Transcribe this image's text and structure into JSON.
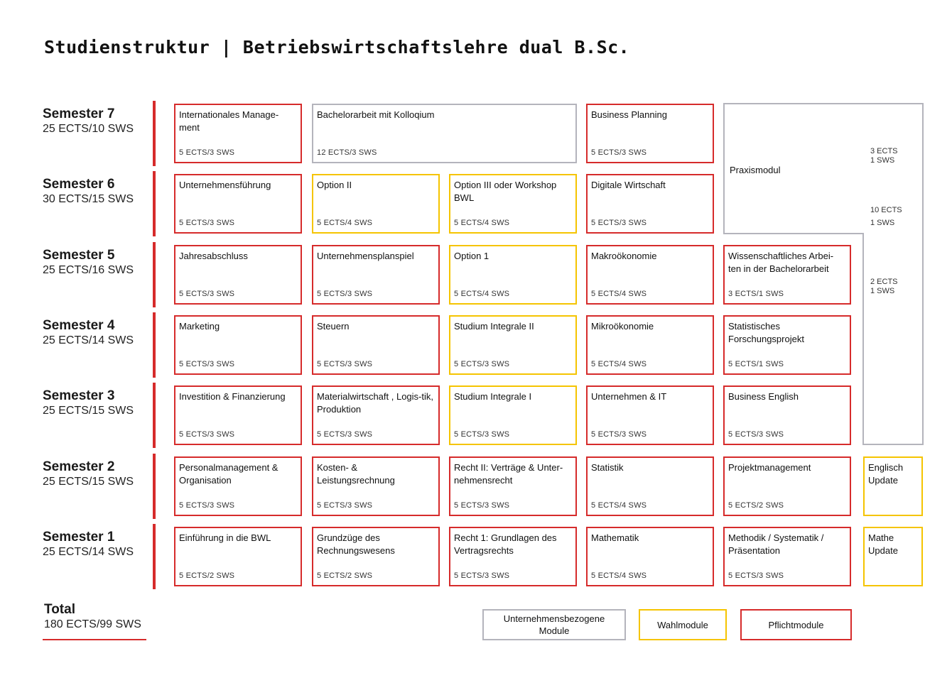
{
  "title": "Studienstruktur | Betriebswirtschaftslehre dual B.Sc.",
  "semesters": [
    {
      "name": "Semester 7",
      "ects": "25 ECTS/10 SWS"
    },
    {
      "name": "Semester 6",
      "ects": "30 ECTS/15 SWS"
    },
    {
      "name": "Semester 5",
      "ects": "25 ECTS/16 SWS"
    },
    {
      "name": "Semester 4",
      "ects": "25 ECTS/14 SWS"
    },
    {
      "name": "Semester 3",
      "ects": "25 ECTS/15 SWS"
    },
    {
      "name": "Semester 2",
      "ects": "25 ECTS/15 SWS"
    },
    {
      "name": "Semester 1",
      "ects": "25 ECTS/14 SWS"
    }
  ],
  "modules": [
    {
      "title": "Internationales Manage-ment",
      "ects": "5 ECTS/3 SWS",
      "type": "pflicht"
    },
    {
      "title": "Bachelorarbeit mit Kolloqium",
      "ects": "12 ECTS/3 SWS",
      "type": "unternehmen"
    },
    {
      "title": "Business Planning",
      "ects": "5 ECTS/3 SWS",
      "type": "pflicht"
    },
    {
      "title": "Unternehmensführung",
      "ects": "5 ECTS/3 SWS",
      "type": "pflicht"
    },
    {
      "title": "Option II",
      "ects": "5 ECTS/4 SWS",
      "type": "wahl"
    },
    {
      "title": "Option III oder Workshop BWL",
      "ects": "5 ECTS/4 SWS",
      "type": "wahl"
    },
    {
      "title": "Digitale Wirtschaft",
      "ects": "5 ECTS/3 SWS",
      "type": "pflicht"
    },
    {
      "title": "Jahresabschluss",
      "ects": "5 ECTS/3 SWS",
      "type": "pflicht"
    },
    {
      "title": "Unternehmensplanspiel",
      "ects": "5 ECTS/3 SWS",
      "type": "pflicht"
    },
    {
      "title": "Option 1",
      "ects": "5 ECTS/4 SWS",
      "type": "wahl"
    },
    {
      "title": "Makroökonomie",
      "ects": "5 ECTS/4 SWS",
      "type": "pflicht"
    },
    {
      "title": "Wissenschaftliches Arbei-ten in der Bachelorarbeit",
      "ects": "3 ECTS/1 SWS",
      "type": "pflicht"
    },
    {
      "title": "Marketing",
      "ects": "5 ECTS/3 SWS",
      "type": "pflicht"
    },
    {
      "title": "Steuern",
      "ects": "5 ECTS/3 SWS",
      "type": "pflicht"
    },
    {
      "title": "Studium Integrale II",
      "ects": "5 ECTS/3 SWS",
      "type": "wahl"
    },
    {
      "title": "Mikroökonomie",
      "ects": "5 ECTS/4 SWS",
      "type": "pflicht"
    },
    {
      "title": "Statistisches Forschungsprojekt",
      "ects": "5 ECTS/1 SWS",
      "type": "pflicht"
    },
    {
      "title": "Investition &  Finanzierung",
      "ects": "5 ECTS/3 SWS",
      "type": "pflicht"
    },
    {
      "title": "Materialwirtschaft , Logis-tik, Produktion",
      "ects": "5 ECTS/3 SWS",
      "type": "pflicht"
    },
    {
      "title": "Studium Integrale I",
      "ects": "5 ECTS/3 SWS",
      "type": "wahl"
    },
    {
      "title": "Unternehmen & IT",
      "ects": "5 ECTS/3 SWS",
      "type": "pflicht"
    },
    {
      "title": "Business English",
      "ects": "5 ECTS/3 SWS",
      "type": "pflicht"
    },
    {
      "title": "Personalmanagement & Organisation",
      "ects": "5 ECTS/3 SWS",
      "type": "pflicht"
    },
    {
      "title": "Kosten- & Leistungsrechnung",
      "ects": "5 ECTS/3 SWS",
      "type": "pflicht"
    },
    {
      "title": "Recht II: Verträge & Unter-nehmensrecht",
      "ects": "5 ECTS/3 SWS",
      "type": "pflicht"
    },
    {
      "title": "Statistik",
      "ects": "5 ECTS/4 SWS",
      "type": "pflicht"
    },
    {
      "title": "Projektmanagement",
      "ects": "5 ECTS/2 SWS",
      "type": "pflicht"
    },
    {
      "title": "Einführung in die BWL",
      "ects": "5 ECTS/2 SWS",
      "type": "pflicht"
    },
    {
      "title": "Grundzüge des Rechnungswesens",
      "ects": "5 ECTS/2 SWS",
      "type": "pflicht"
    },
    {
      "title": "Recht 1: Grundlagen des Vertragsrechts",
      "ects": "5 ECTS/3 SWS",
      "type": "pflicht"
    },
    {
      "title": "Mathematik",
      "ects": "5 ECTS/4 SWS",
      "type": "pflicht"
    },
    {
      "title": "Methodik / Systematik / Präsentation",
      "ects": "5 ECTS/3 SWS",
      "type": "pflicht"
    }
  ],
  "updates": [
    {
      "title": "Englisch Update",
      "type": "wahl"
    },
    {
      "title": "Mathe Update",
      "type": "wahl"
    }
  ],
  "praxis": {
    "label": "Praxismodul",
    "sem7": "3 ECTS\n1 SWS",
    "sem6_ects": "10 ECTS",
    "sem6_sws": "1 SWS",
    "sem5": "2 ECTS\n1 SWS",
    "type": "unternehmen"
  },
  "total": {
    "label": "Total",
    "value": "180 ECTS/99 SWS"
  },
  "legend": [
    {
      "label": "Unternehmensbezogene Module",
      "type": "unternehmen"
    },
    {
      "label": "Wahlmodule",
      "type": "wahl"
    },
    {
      "label": "Pflichtmodule",
      "type": "pflicht"
    }
  ],
  "colors": {
    "pflicht": "#d62b2b",
    "wahl": "#f5c400",
    "unternehmen": "#b4b4bc"
  }
}
